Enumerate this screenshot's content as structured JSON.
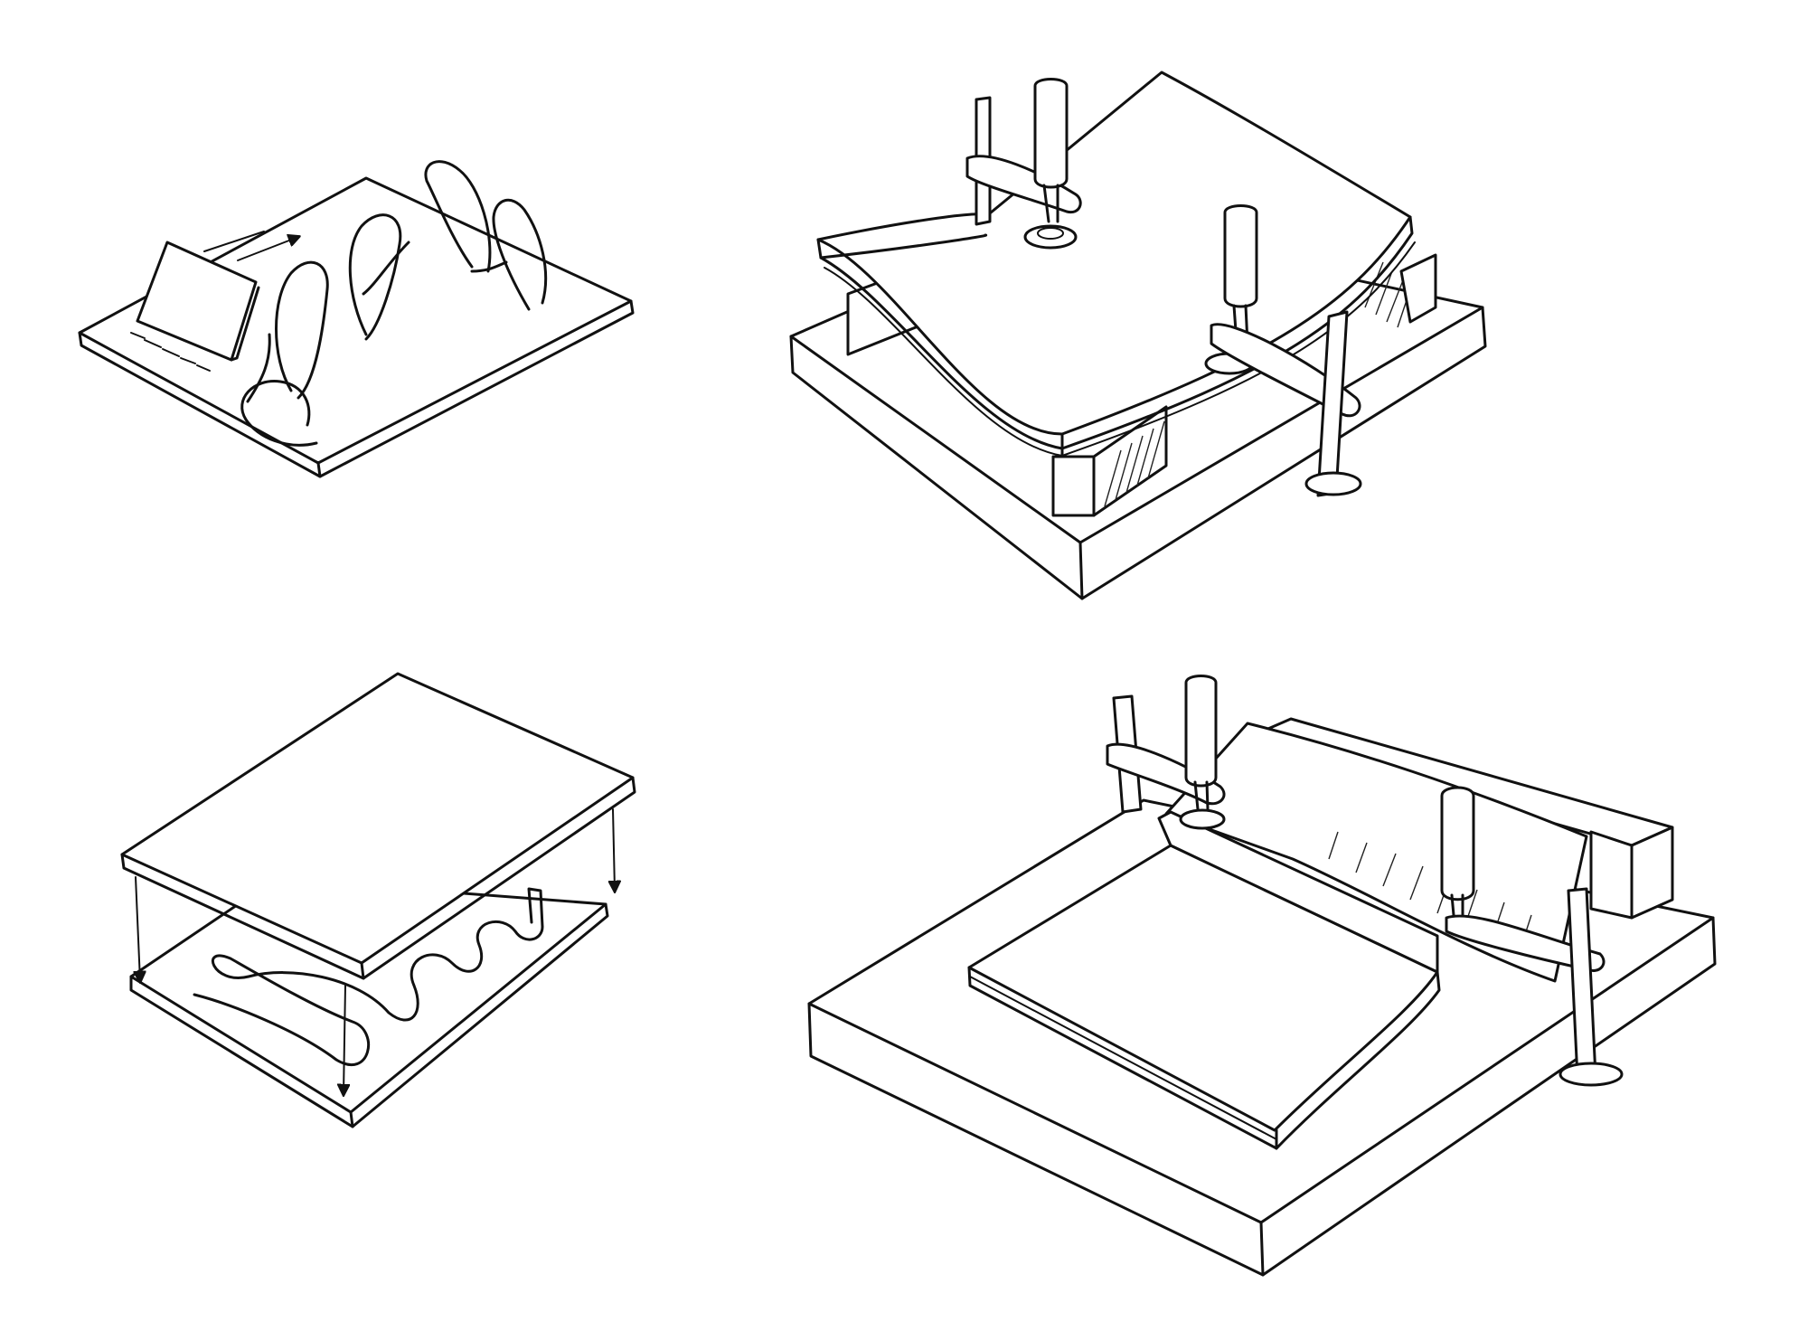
{
  "illustration": {
    "panels": [
      {
        "id": "glue-spreading",
        "depicts": "board-with-glue-and-spreader"
      },
      {
        "id": "placing-top-board",
        "depicts": "board-lowered-onto-glued-board"
      },
      {
        "id": "clamping-curved",
        "depicts": "curved-panel-clamped-on-base"
      },
      {
        "id": "clamping-flat",
        "depicts": "panels-clamped-flat-against-fence"
      }
    ],
    "ink_color": "#111111",
    "paper_color": "#ffffff"
  }
}
